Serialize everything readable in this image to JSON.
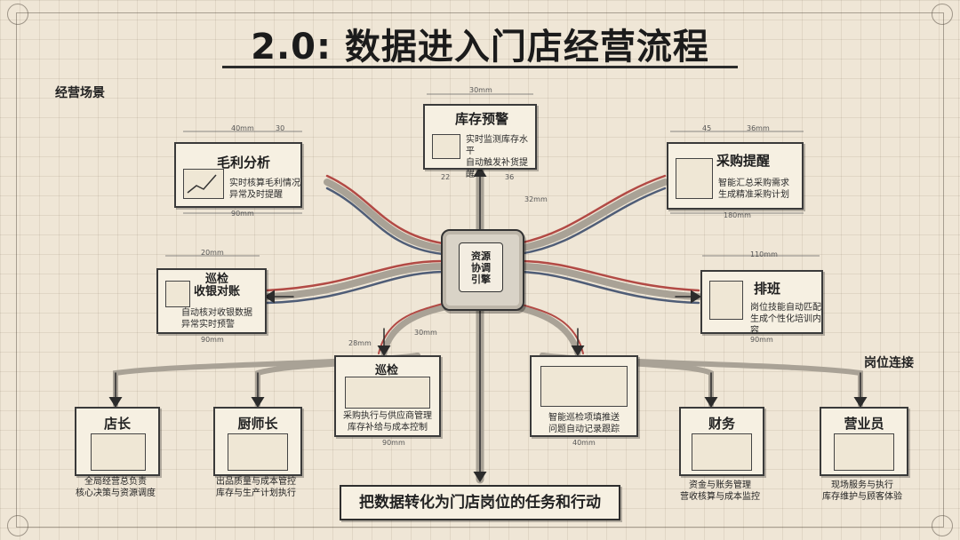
{
  "title": "2.0: 数据进入门店经营流程",
  "labels": {
    "scenario": "经营场景",
    "role_link": "岗位连接"
  },
  "hub": {
    "label": "资源\n协调\n引擎"
  },
  "scenarios": {
    "inventory": {
      "title": "库存预警",
      "desc": [
        "实时监测库存水平",
        "自动触发补货提醒"
      ]
    },
    "margin": {
      "title": "毛利分析",
      "desc": [
        "实时核算毛利情况",
        "异常及时提醒"
      ]
    },
    "purchase": {
      "title": "采购提醒",
      "desc": [
        "智能汇总采购需求",
        "生成精准采购计划"
      ]
    },
    "cashier": {
      "title": "巡检收银对账",
      "title_lines": [
        "巡检",
        "收银对账"
      ],
      "desc": [
        "自动核对收银数据",
        "异常实时预警"
      ]
    },
    "schedule": {
      "title": "排班",
      "desc": [
        "岗位技能自动匹配",
        "生成个性化培训内容"
      ]
    },
    "patrol": {
      "title": "巡检",
      "desc": [
        "采购执行与供应商管理",
        "库存补给与成本控制"
      ]
    },
    "inspect": {
      "title": "",
      "desc": [
        "智能巡检项填推送",
        "问题自动记录跟踪"
      ]
    }
  },
  "roles": {
    "manager": {
      "title": "店长",
      "desc": [
        "全局经营总负责",
        "核心决策与资源调度"
      ]
    },
    "chef": {
      "title": "厨师长",
      "desc": [
        "出品质量与成本管控",
        "库存与生产计划执行"
      ]
    },
    "finance": {
      "title": "财务",
      "desc": [
        "资金与账务管理",
        "营收核算与成本监控"
      ]
    },
    "staff": {
      "title": "营业员",
      "desc": [
        "现场服务与执行",
        "库存维护与顾客体验"
      ]
    }
  },
  "dims": {
    "inventory_top": "30mm",
    "inventory_bl": "22",
    "inventory_br": "36",
    "margin_top_a": "40mm",
    "margin_top_b": "30",
    "margin_bottom": "90mm",
    "purchase_top_a": "45",
    "purchase_top_b": "36mm",
    "purchase_bottom": "180mm",
    "cashier_top": "20mm",
    "cashier_bottom": "90mm",
    "schedule_top": "110mm",
    "schedule_bottom": "90mm",
    "patrol_top": "28mm",
    "patrol_bottom": "90mm",
    "inspect_bottom": "40mm",
    "center_a": "30mm",
    "center_b": "32mm"
  },
  "bottom_banner": "把数据转化为门店岗位的任务和行动",
  "colors": {
    "paper": "#efe6d6",
    "wire_red": "#b24a45",
    "wire_blue": "#4f5d77",
    "wire_gray": "#a9a296",
    "ink": "#2b2b2b"
  }
}
